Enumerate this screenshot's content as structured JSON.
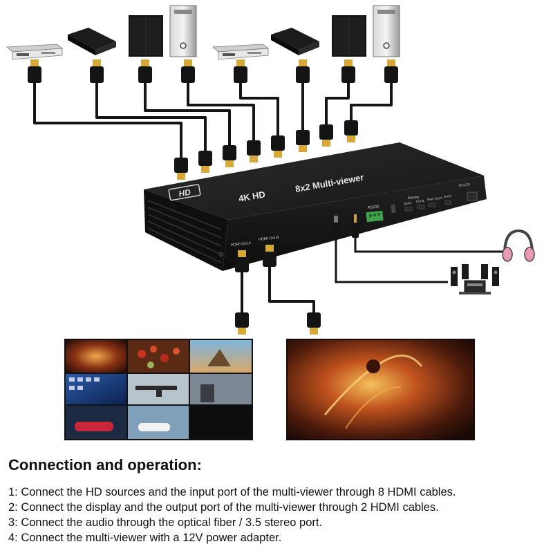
{
  "device": {
    "logo_text": "HD",
    "model_label": "4K HD",
    "product_label": "8x2 Multi-viewer",
    "ports": {
      "out_a": "HDMI Out A",
      "out_b": "HDMI Out B",
      "rs232": "RS232",
      "display": "Display",
      "quick": "Quick",
      "out_b_btn": "Out B",
      "main_out_a": "Main Out A",
      "audio": "Audio",
      "power": "DC12V"
    }
  },
  "heading": "Connection and operation:",
  "steps": [
    "1: Connect the HD sources and the input port of the multi-viewer through 8 HDMI cables.",
    "2: Connect the display and the output port of the multi-viewer through 2 HDMI cables.",
    "3: Connect the audio through the optical fiber / 3.5 stereo port.",
    "4: Connect the multi-viewer with a 12V power adapter."
  ],
  "colors": {
    "device_body": "#1b1b1b",
    "cable": "#141414",
    "connector_gold": "#d6a83a",
    "headphone_pink": "#e89ab4",
    "terminal_green": "#3fa24a"
  }
}
